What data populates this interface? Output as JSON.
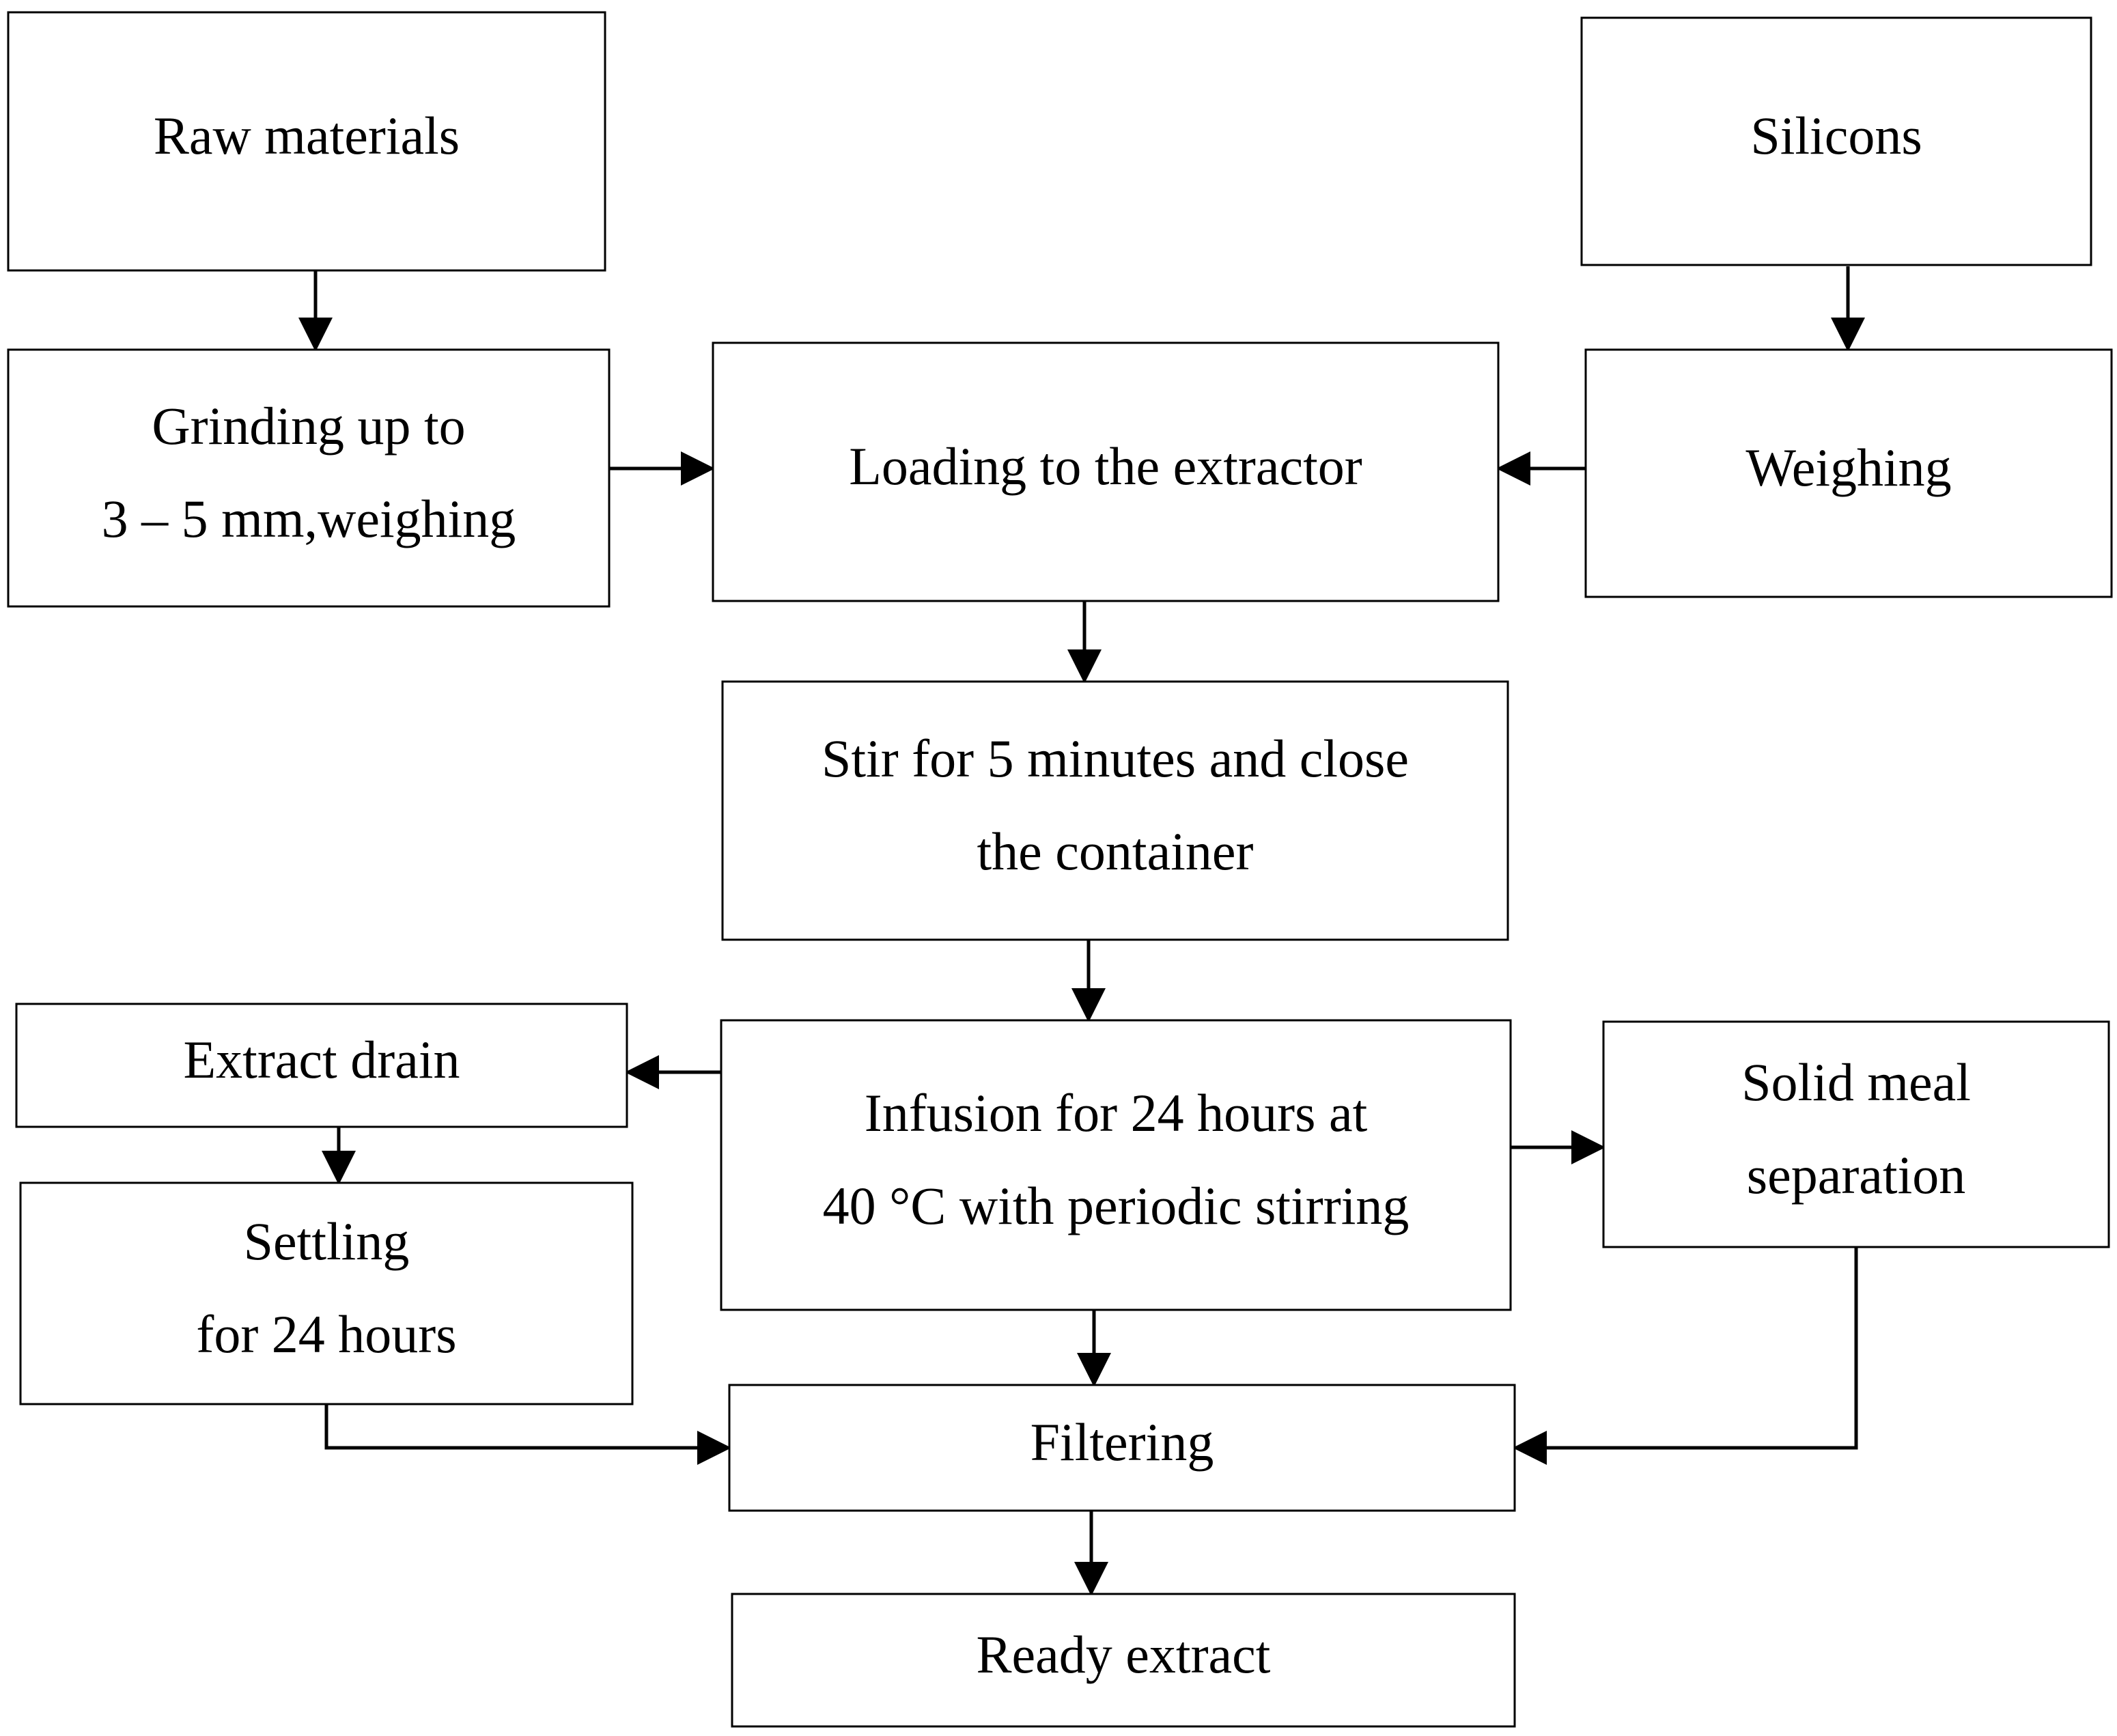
{
  "nodes": {
    "raw_materials": [
      "Raw materials"
    ],
    "silicons": [
      "Silicons"
    ],
    "grinding": [
      "Grinding up to",
      "3 – 5 mm,weighing"
    ],
    "loading": [
      "Loading to the extractor"
    ],
    "weighing": [
      "Weighing"
    ],
    "stir": [
      "Stir for 5 minutes and close",
      "the container"
    ],
    "extract_drain": [
      "Extract drain"
    ],
    "infusion": [
      "Infusion for 24 hours at",
      "40 °C with periodic stirring"
    ],
    "solid_meal": [
      "Solid meal",
      "separation"
    ],
    "settling": [
      "Settling",
      "for 24 hours"
    ],
    "filtering": [
      "Filtering"
    ],
    "ready_extract": [
      "Ready extract"
    ]
  },
  "edges": [
    {
      "from": "raw_materials",
      "to": "grinding"
    },
    {
      "from": "silicons",
      "to": "weighing"
    },
    {
      "from": "grinding",
      "to": "loading"
    },
    {
      "from": "weighing",
      "to": "loading"
    },
    {
      "from": "loading",
      "to": "stir"
    },
    {
      "from": "stir",
      "to": "infusion"
    },
    {
      "from": "infusion",
      "to": "extract_drain"
    },
    {
      "from": "infusion",
      "to": "solid_meal"
    },
    {
      "from": "extract_drain",
      "to": "settling"
    },
    {
      "from": "infusion",
      "to": "filtering"
    },
    {
      "from": "settling",
      "to": "filtering"
    },
    {
      "from": "solid_meal",
      "to": "filtering"
    },
    {
      "from": "filtering",
      "to": "ready_extract"
    }
  ]
}
